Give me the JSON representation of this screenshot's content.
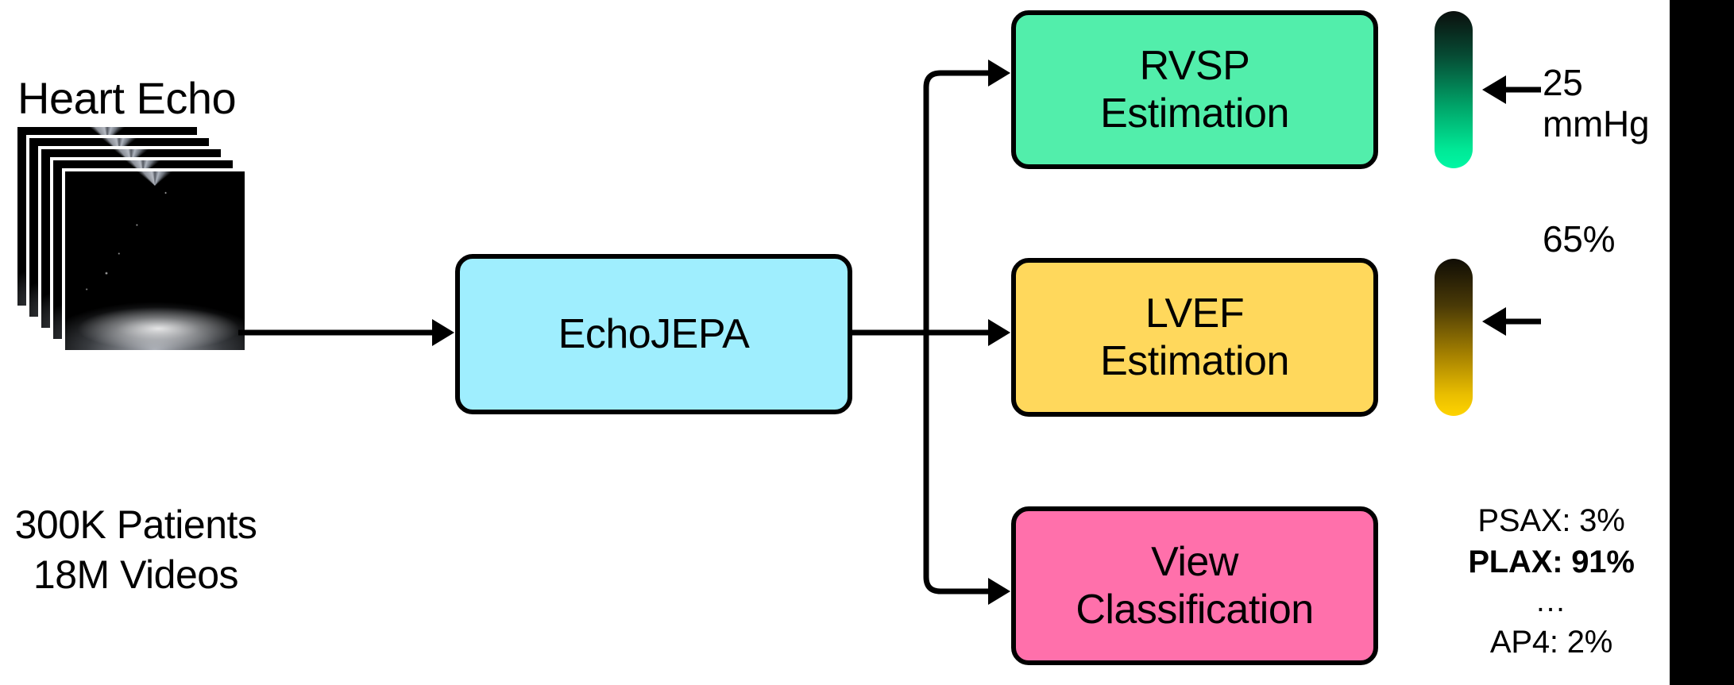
{
  "diagram": {
    "title_visible": false,
    "background": "#ffffff"
  },
  "input": {
    "title": "Heart Echo",
    "stack_icon": "echocardiogram-video-stack",
    "frame_count": 5,
    "caption_lines": [
      "300K Patients",
      "18M Videos"
    ]
  },
  "encoder": {
    "label": "EchoJEPA",
    "color": "#9FEEFE"
  },
  "heads": [
    {
      "id": "rvsp",
      "label_line1": "RVSP",
      "label_line2": "Estimation",
      "color": "#52EEAB",
      "gauge": {
        "type": "vertical-gradient-bar",
        "from_color": "#0b0f0d",
        "to_color": "#00f7a4",
        "marker_icon": "left-arrow-icon",
        "marker_fraction": 0.52
      },
      "readout_value": "25",
      "readout_unit": "mmHg"
    },
    {
      "id": "lvef",
      "label_line1": "LVEF",
      "label_line2": "Estimation",
      "color": "#FFD85C",
      "gauge": {
        "type": "vertical-gradient-bar",
        "from_color": "#100d05",
        "to_color": "#ffd400",
        "marker_icon": "left-arrow-icon",
        "marker_fraction": 0.4
      },
      "readout_value": "65%",
      "readout_unit": ""
    },
    {
      "id": "view",
      "label_line1": "View",
      "label_line2": "Classification",
      "color": "#FF70AB",
      "readout_rows": [
        {
          "text": "PSAX: 3%",
          "bold": false
        },
        {
          "text": "PLAX: 91%",
          "bold": true
        },
        {
          "text": "...",
          "bold": false
        },
        {
          "text": "AP4: 2%",
          "bold": false
        }
      ]
    }
  ],
  "connectors": {
    "input_to_encoder": "arrow-right",
    "encoder_to_heads": "branching-arrows-right",
    "stroke_color": "#000000"
  },
  "right_band": {
    "color": "#000000"
  }
}
